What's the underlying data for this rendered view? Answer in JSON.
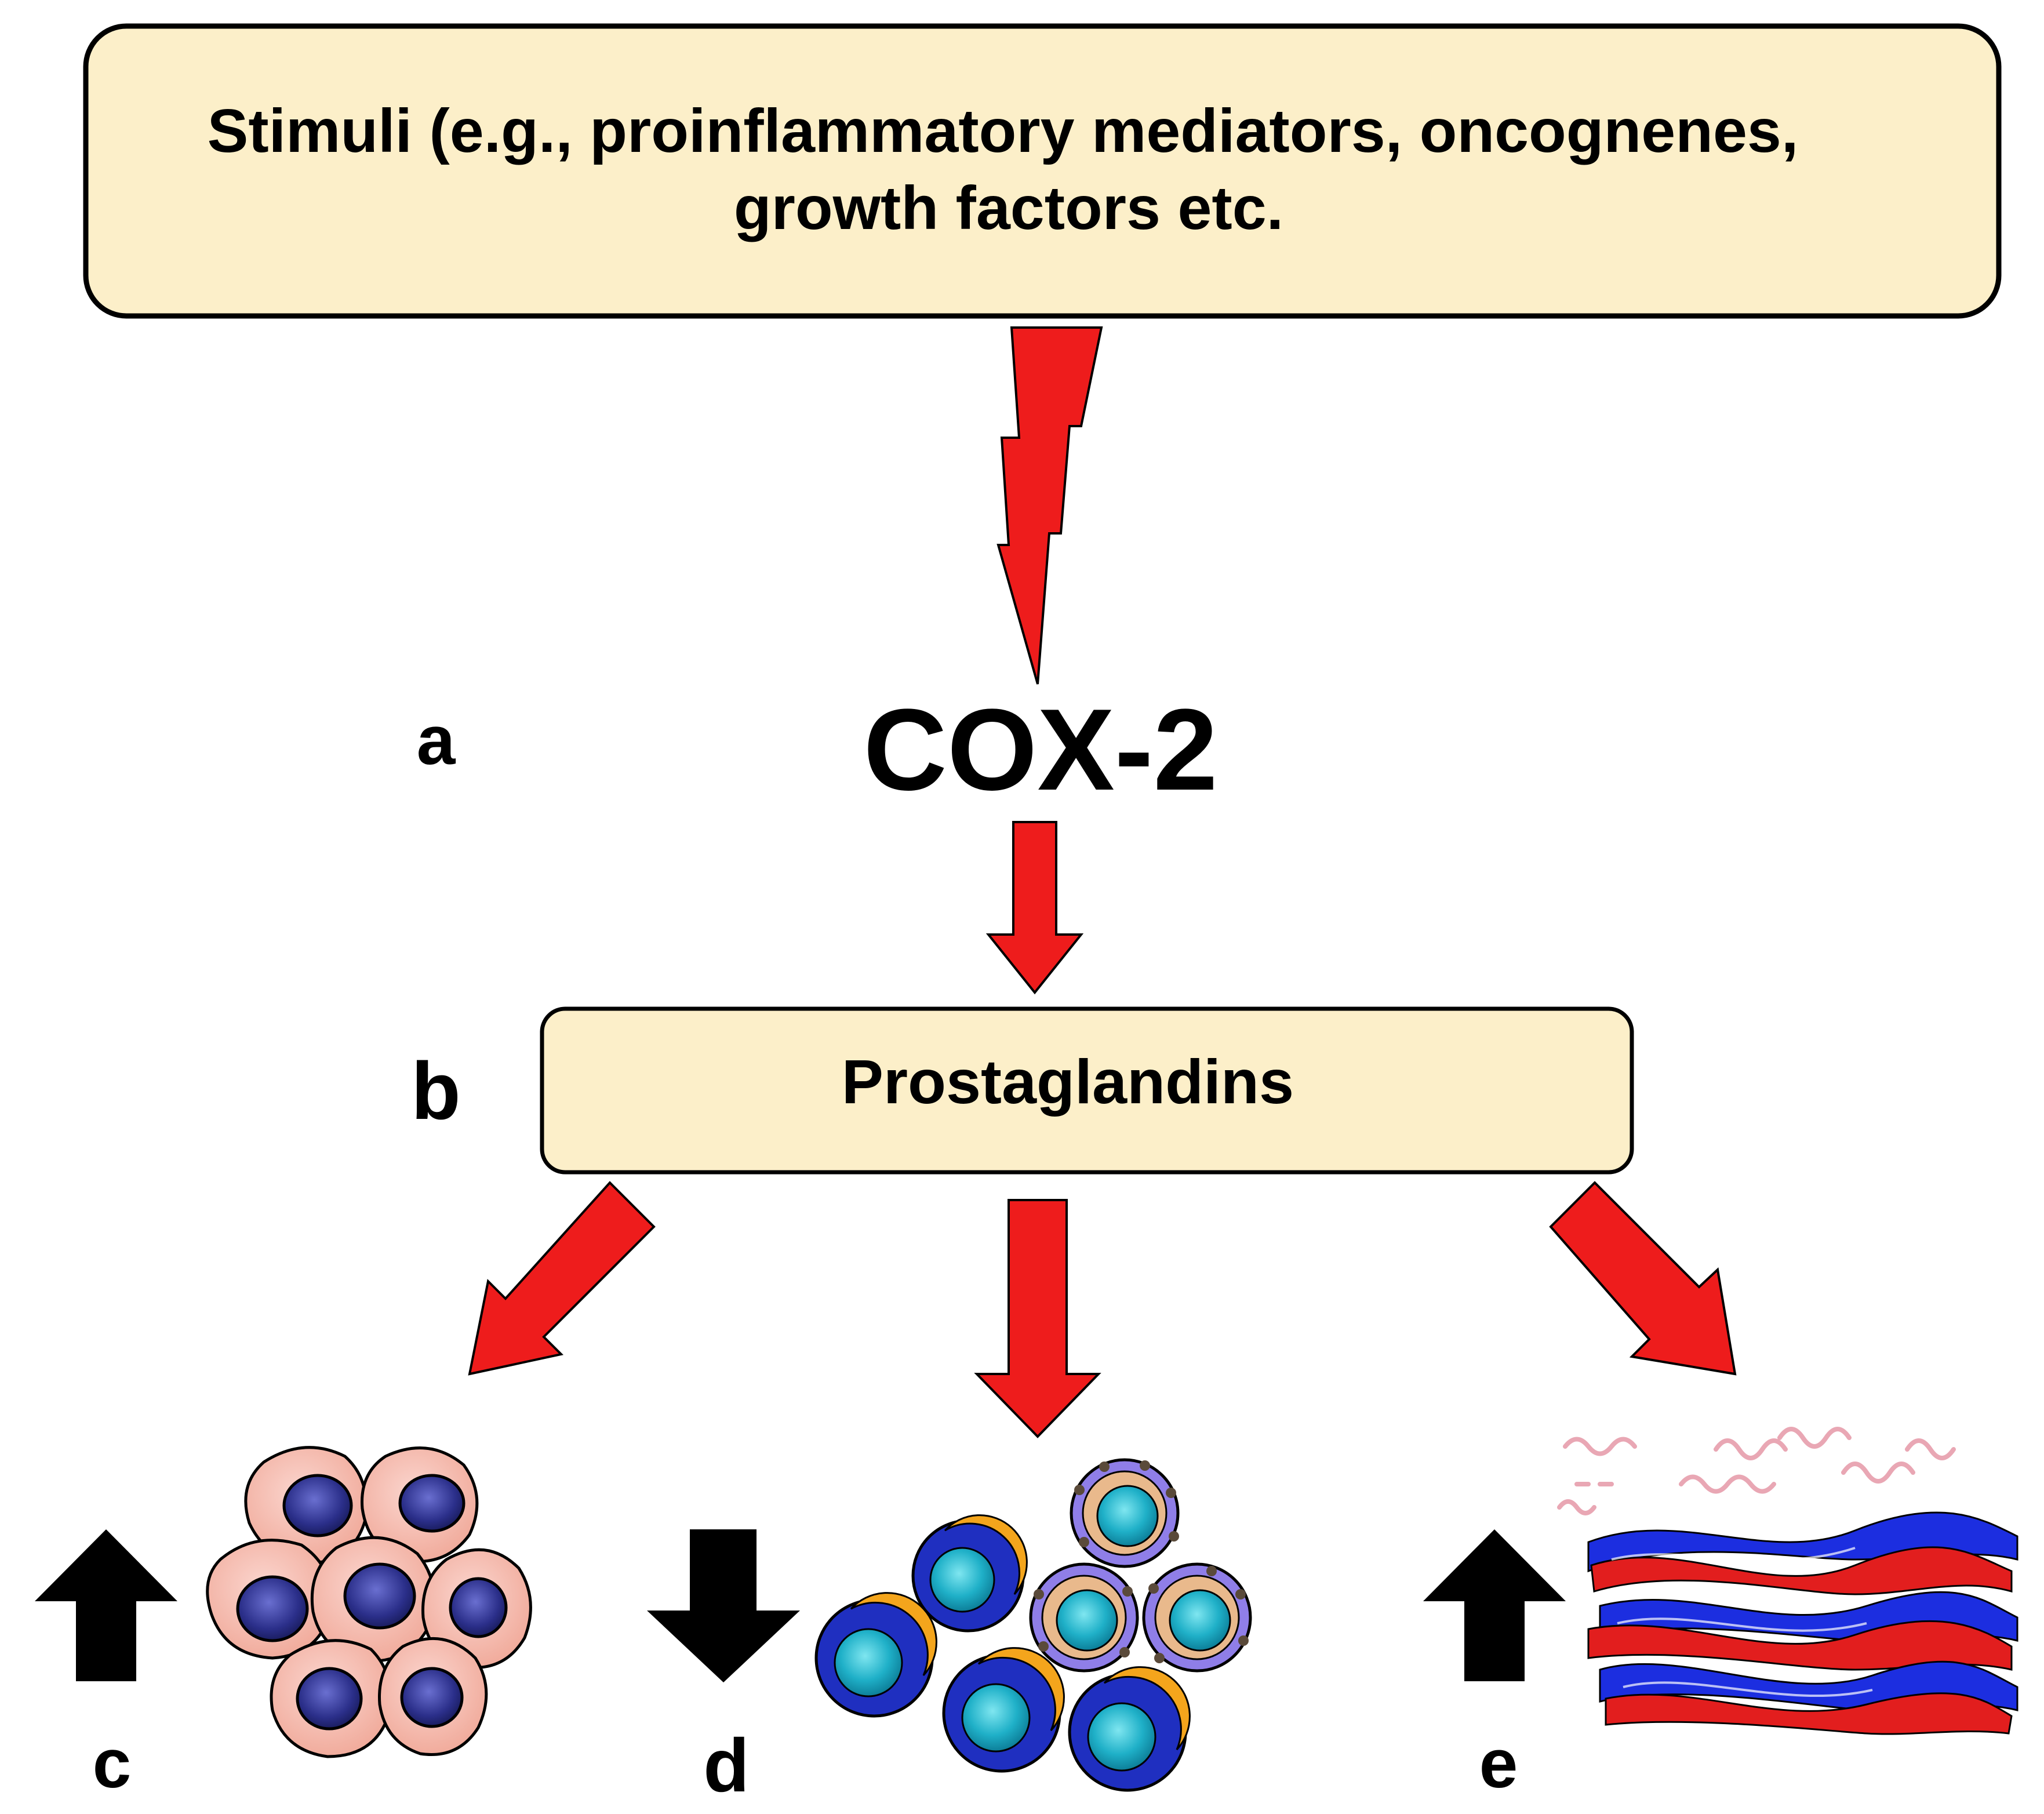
{
  "stimuli_box": {
    "line1": "Stimuli (e.g., proinflammatory mediators, oncognenes,",
    "line2": "growth factors etc."
  },
  "enzyme_label": "COX-2",
  "product_box": {
    "label": "Prostaglandins"
  },
  "panel_letters": {
    "a": "a",
    "b": "b",
    "c": "c",
    "d": "d",
    "e": "e"
  },
  "effects": [
    {
      "letter": "c",
      "direction": "up",
      "icon": "tumor-cell-cluster-icon"
    },
    {
      "letter": "d",
      "direction": "down",
      "icon": "immune-cell-cluster-icon"
    },
    {
      "letter": "e",
      "direction": "up",
      "icon": "blood-vessel-bundle-icon"
    }
  ],
  "colors": {
    "box_fill": "#fcefc9",
    "arrow_red": "#ee1c1c",
    "outline": "#000000",
    "effect_arrow": "#000000"
  }
}
